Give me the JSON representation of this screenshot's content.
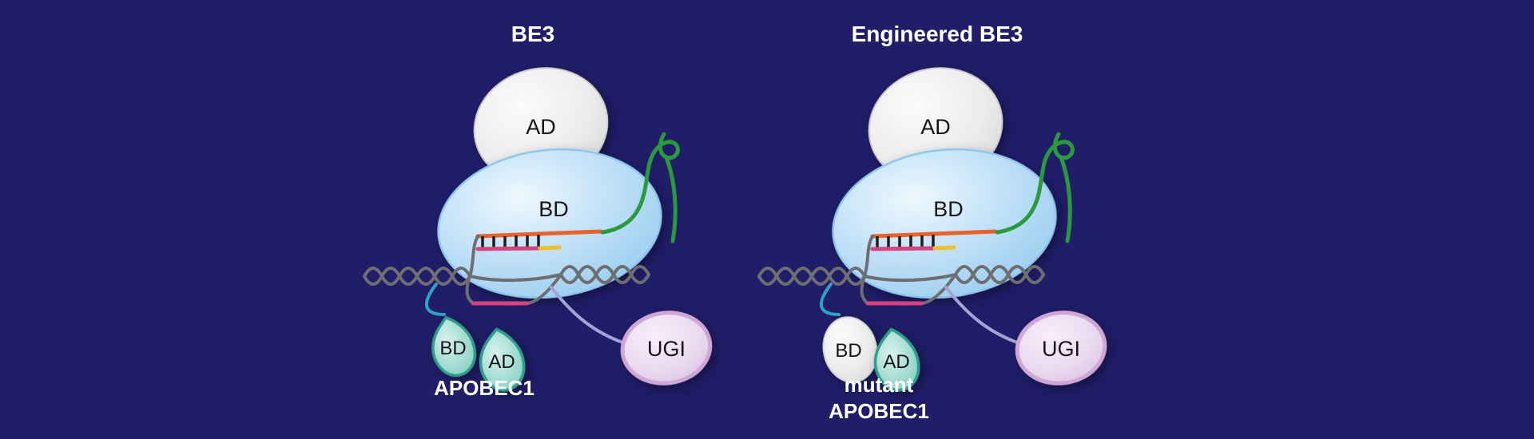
{
  "figure": {
    "background_color": "#201d69",
    "panels": [
      {
        "title": "BE3",
        "cas9_ad_label": "AD",
        "cas9_bd_label": "BD",
        "apobec_bd_label": "BD",
        "apobec_ad_label": "AD",
        "apobec_name_line1": "APOBEC1",
        "apobec_name_line2": "",
        "ugi_label": "UGI"
      },
      {
        "title": "Engineered BE3",
        "cas9_ad_label": "AD",
        "cas9_bd_label": "BD",
        "apobec_bd_label": "BD",
        "apobec_ad_label": "AD",
        "apobec_name_line1": "mutant",
        "apobec_name_line2": "APOBEC1",
        "ugi_label": "UGI"
      }
    ],
    "colors": {
      "background": "#201d69",
      "cas9_body_blue": "#bcdcf6",
      "ad_domain_gray": "#e9e9e9",
      "sgrna_green": "#2b9a3f",
      "target_strand_orange": "#e8622a",
      "edited_strand_pink": "#d6447e",
      "pam_yellow": "#edc12c",
      "dna_gray": "#6e6e72",
      "apobec_teal": "#8fd2c6",
      "ugi_pink": "#e9d4ec",
      "linker_cyan": "#2fa3c4",
      "linker_purple": "#a3a3d6"
    }
  }
}
